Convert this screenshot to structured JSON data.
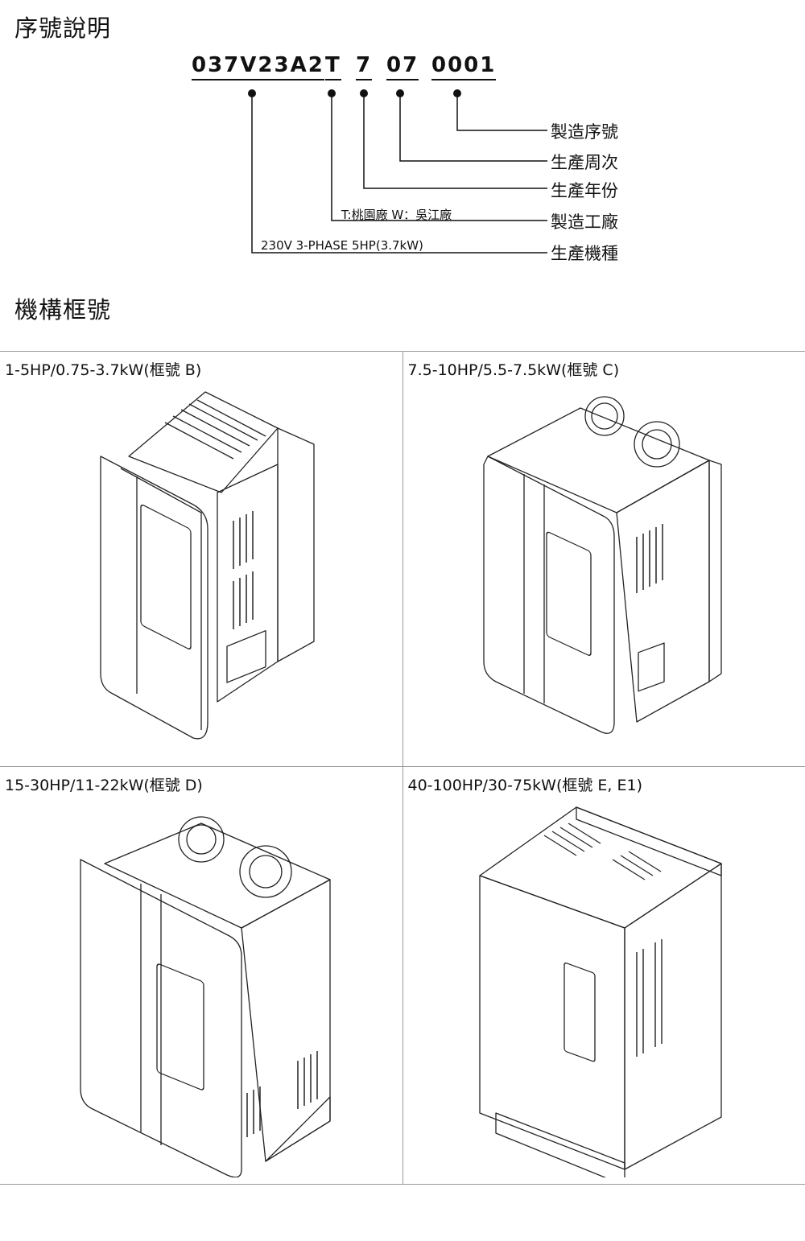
{
  "headings": {
    "serial": "序號說明",
    "frame": "機構框號"
  },
  "serial_code": {
    "model": "037V23A2",
    "factory": "T",
    "year": "7",
    "week": "07",
    "serial": "0001"
  },
  "serial_labels": {
    "serial": "製造序號",
    "week": "生產周次",
    "year": "生產年份",
    "factory": "製造工廠",
    "model": "生產機種"
  },
  "serial_notes": {
    "factory": "T:桃園廠  W：吳江廠",
    "model": "230V 3-PHASE  5HP(3.7kW)"
  },
  "frames": [
    {
      "title": "1-5HP/0.75-3.7kW(框號  B)"
    },
    {
      "title": "7.5-10HP/5.5-7.5kW(框號  C)"
    },
    {
      "title": "15-30HP/11-22kW(框號  D)"
    },
    {
      "title": "40-100HP/30-75kW(框號  E, E1)"
    }
  ]
}
